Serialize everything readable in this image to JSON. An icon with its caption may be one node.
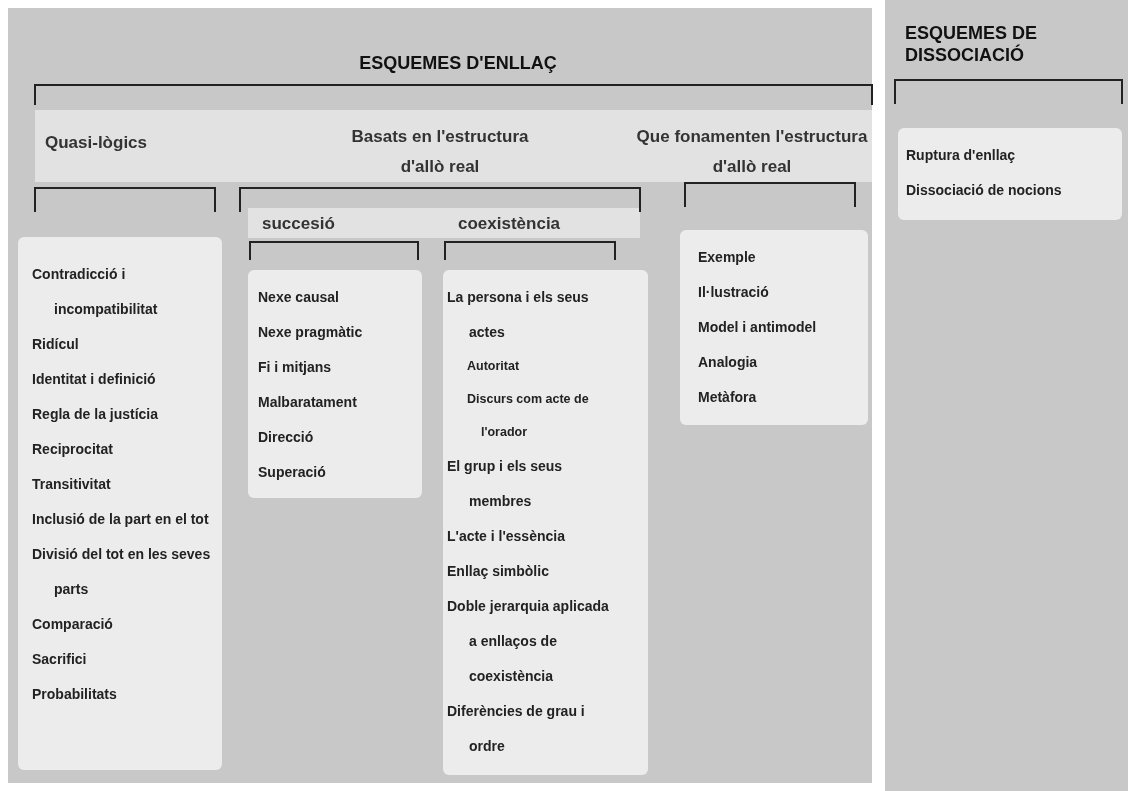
{
  "diagram": {
    "nodes": [
      {
        "text": [
          "ESQUEMES D'ENLLAÇ"
        ]
      },
      {
        "text": [
          "Quasi-lògics"
        ],
        "in": 0
      },
      {
        "text": [
          "Basats en l'estructura d'allò real"
        ],
        "in": 0
      },
      {
        "text": [
          "Que fonamenten l'estructura d'allò real"
        ],
        "in": 0
      },
      {
        "text": [
          "Contradicció i incompatibilitat",
          "Ridícul",
          "Identitat i definició",
          "Regla de la justícia",
          "Reciprocitat",
          "Transitivitat",
          "Inclusió de la part en el tot",
          "Divisió del tot en les seves parts",
          "Comparació",
          "Sacrifici",
          "Probabilitats"
        ],
        "in": 0
      },
      {
        "text": [
          "succesió"
        ],
        "in": 0
      },
      {
        "text": [
          "coexistència"
        ],
        "in": 0
      },
      {
        "text": [
          "Nexe causal",
          "Nexe pragmàtic",
          "Fi i mitjans",
          "Malbaratament",
          "Direcció",
          "Superació"
        ],
        "in": 0
      },
      {
        "text": [
          "La persona i els seus actes",
          "Autoritat",
          "Discurs com acte de l'orador",
          "El grup i els seus membres",
          "L'acte i l'essència",
          "Enllaç simbòlic",
          "Doble jerarquia aplicada a enllaços de coexistència",
          "Diferències de grau i ordre"
        ],
        "in": 0
      },
      {
        "text": [
          "Exemple",
          "Il·lustració",
          "Model i antimodel",
          "Analogia",
          "Metàfora"
        ],
        "in": 0
      },
      {
        "text": [
          "ESQUEMES DE DISSOCIACIÓ"
        ]
      },
      {
        "text": [
          "Ruptura d'enllaç",
          "Dissociació de nocions"
        ],
        "in": 10
      }
    ]
  }
}
